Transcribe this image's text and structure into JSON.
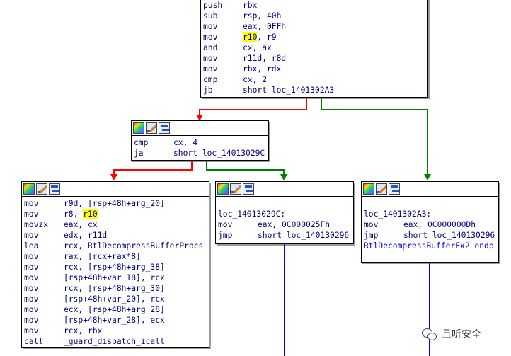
{
  "top_node": [
    [
      "push",
      "rbx"
    ],
    [
      "sub",
      "rsp, 40h"
    ],
    [
      "mov",
      "eax, 0FFh"
    ],
    [
      "mov",
      "",
      "r10",
      ", r9"
    ],
    [
      "and",
      "cx, ax"
    ],
    [
      "mov",
      "r11d, r8d"
    ],
    [
      "mov",
      "rbx, rdx"
    ],
    [
      "cmp",
      "cx, 2"
    ],
    [
      "jb",
      "short loc_1401302A3"
    ]
  ],
  "mid_node": [
    [
      "cmp",
      "cx, 4"
    ],
    [
      "ja",
      "short loc_14013029C"
    ]
  ],
  "left_node": [
    [
      "mov",
      "r9d, [rsp+48h+arg_20]"
    ],
    [
      "mov",
      "r8, ",
      "r10",
      ""
    ],
    [
      "movzx",
      "eax, cx"
    ],
    [
      "mov",
      "edx, r11d"
    ],
    [
      "lea",
      "rcx, RtlDecompressBufferProcs"
    ],
    [
      "mov",
      "rax, [rcx+rax*8]"
    ],
    [
      "mov",
      "rcx, [rsp+48h+arg_38]"
    ],
    [
      "mov",
      "[rsp+48h+var_18], rcx"
    ],
    [
      "mov",
      "rcx, [rsp+48h+arg_30]"
    ],
    [
      "mov",
      "[rsp+48h+var_20], rcx"
    ],
    [
      "mov",
      "ecx, [rsp+48h+arg_28]"
    ],
    [
      "mov",
      "[rsp+48h+var_28], ecx"
    ],
    [
      "mov",
      "rcx, rbx"
    ],
    [
      "call",
      "_guard_dispatch_icall"
    ]
  ],
  "center_node": {
    "label": "loc_14013029C:",
    "rows": [
      [
        "mov",
        "eax, 0C000025Fh"
      ],
      [
        "jmp",
        "short loc_140130296"
      ]
    ]
  },
  "right_node": {
    "label": "loc_1401302A3:",
    "rows": [
      [
        "mov",
        "eax, 0C000000Dh"
      ],
      [
        "jmp",
        "short loc_140130296"
      ]
    ],
    "endp": "RtlDecompressBufferEx2 endp"
  },
  "watermark": {
    "text": "且听安全",
    "icon": "wechat-icon"
  },
  "colors": {
    "edge_false": "#ff0000",
    "edge_true": "#008000",
    "edge_flow": "#0000ff",
    "highlight": "#ffff00",
    "code_text": "#000080"
  }
}
